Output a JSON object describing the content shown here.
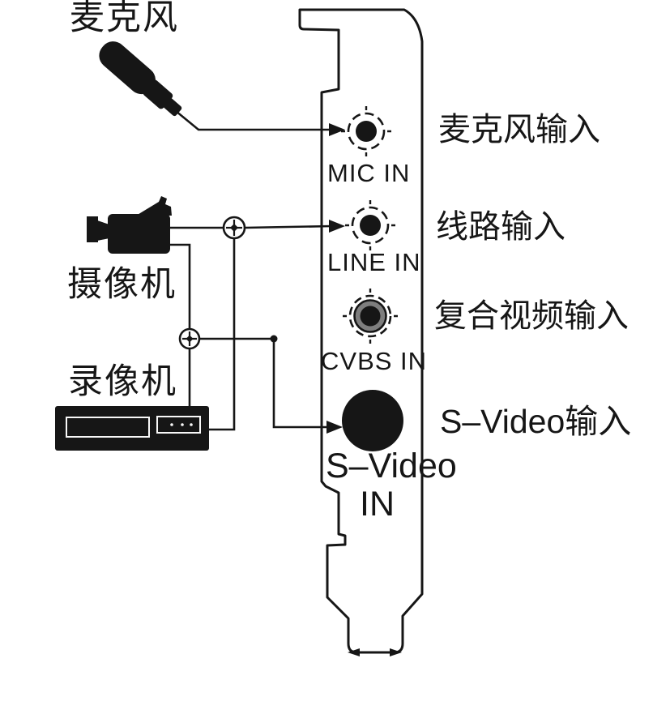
{
  "diagram": {
    "type": "hardware-connection-diagram",
    "sources": [
      {
        "id": "microphone",
        "label": "麦克风"
      },
      {
        "id": "camcorder",
        "label": "摄像机"
      },
      {
        "id": "vcr",
        "label": "录像机"
      }
    ],
    "bracket_ports": [
      {
        "id": "mic-in",
        "silkscreen": "MIC IN",
        "label_cn": "麦克风输入"
      },
      {
        "id": "line-in",
        "silkscreen": "LINE IN",
        "label_cn": "线路输入"
      },
      {
        "id": "cvbs-in",
        "silkscreen": "CVBS IN",
        "label_cn": "复合视频输入"
      },
      {
        "id": "s-video-in",
        "silkscreen_line1": "S–Video",
        "silkscreen_line2": "IN",
        "label_cn": "S–Video输入"
      }
    ],
    "colors": {
      "ink": "#161616",
      "cvbs_ring_gray": "#7e7e7e",
      "background": "#ffffff"
    }
  }
}
